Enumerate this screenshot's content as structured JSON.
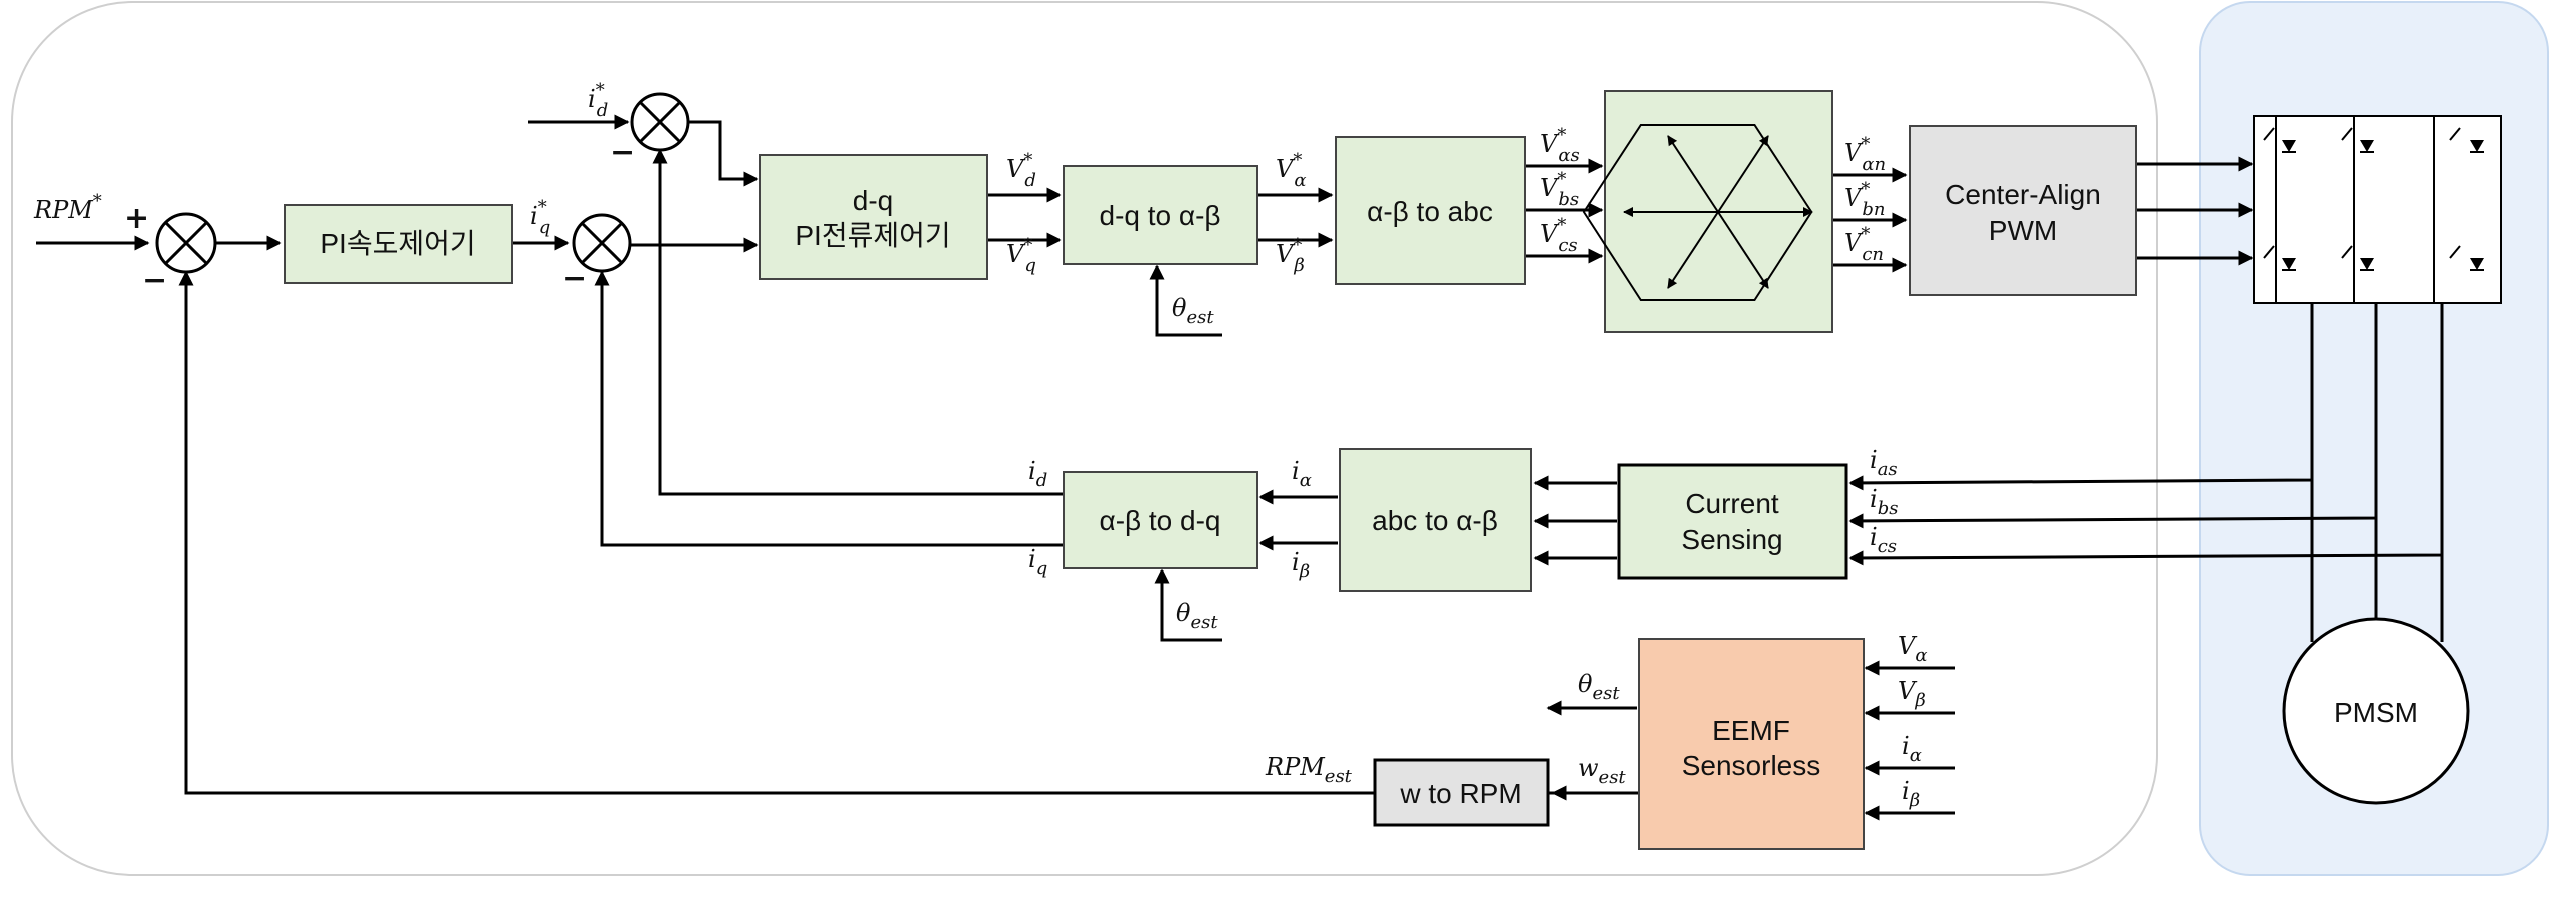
{
  "blocks": {
    "speed_pi": "PI속도제어기",
    "current_pi_line1": "d-q",
    "current_pi_line2": "PI전류제어기",
    "dq_to_ab": "d-q to α-β",
    "ab_to_abc": "α-β to abc",
    "pwm_line1": "Center-Align",
    "pwm_line2": "PWM",
    "ab_to_dq": "α-β to d-q",
    "abc_to_ab": "abc to α-β",
    "current_sensing_line1": "Current",
    "current_sensing_line2": "Sensing",
    "eemf_line1": "EEMF",
    "eemf_line2": "Sensorless",
    "w_to_rpm": "w to RPM",
    "motor": "PMSM"
  },
  "signals": {
    "rpm_ref": {
      "base": "RPM",
      "sup": "*"
    },
    "id_ref": {
      "base": "i",
      "sub": "d",
      "sup": "*"
    },
    "iq_ref": {
      "base": "i",
      "sub": "q",
      "sup": "*"
    },
    "vd_ref": {
      "base": "V",
      "sub": "d",
      "sup": "*"
    },
    "vq_ref": {
      "base": "V",
      "sub": "q",
      "sup": "*"
    },
    "valpha_ref": {
      "base": "V",
      "sub": "α",
      "sup": "*"
    },
    "vbeta_ref": {
      "base": "V",
      "sub": "β",
      "sup": "*"
    },
    "vas_ref": {
      "base": "V",
      "sub": "αs",
      "sup": "*"
    },
    "vbs_ref": {
      "base": "V",
      "sub": "bs",
      "sup": "*"
    },
    "vcs_ref": {
      "base": "V",
      "sub": "cs",
      "sup": "*"
    },
    "van_ref": {
      "base": "V",
      "sub": "αn",
      "sup": "*"
    },
    "vbn_ref": {
      "base": "V",
      "sub": "bn",
      "sup": "*"
    },
    "vcn_ref": {
      "base": "V",
      "sub": "cn",
      "sup": "*"
    },
    "theta_est_1": {
      "base": "θ",
      "sub": "est"
    },
    "theta_est_2": {
      "base": "θ",
      "sub": "est"
    },
    "theta_est_3": {
      "base": "θ",
      "sub": "est"
    },
    "id": {
      "base": "i",
      "sub": "d"
    },
    "iq": {
      "base": "i",
      "sub": "q"
    },
    "ialpha_1": {
      "base": "i",
      "sub": "α"
    },
    "ibeta_1": {
      "base": "i",
      "sub": "β"
    },
    "ias": {
      "base": "i",
      "sub": "as"
    },
    "ibs": {
      "base": "i",
      "sub": "bs"
    },
    "ics": {
      "base": "i",
      "sub": "cs"
    },
    "v_alpha": {
      "base": "V",
      "sub": "α"
    },
    "v_beta": {
      "base": "V",
      "sub": "β"
    },
    "ialpha_2": {
      "base": "i",
      "sub": "α"
    },
    "ibeta_2": {
      "base": "i",
      "sub": "β"
    },
    "w_est": {
      "base": "w",
      "sub": "est"
    },
    "rpm_est": {
      "base": "RPM",
      "sub": "est"
    }
  },
  "signs": {
    "plus": "+",
    "minus": "−"
  },
  "colors": {
    "block_green": "#e2efd9",
    "block_gray": "#e3e3e3",
    "block_orange": "#f8cbad",
    "inverter_panel": "#e8f0fa",
    "inverter_panel_border": "#c5d8ef",
    "controller_border": "#cfcfcf"
  }
}
